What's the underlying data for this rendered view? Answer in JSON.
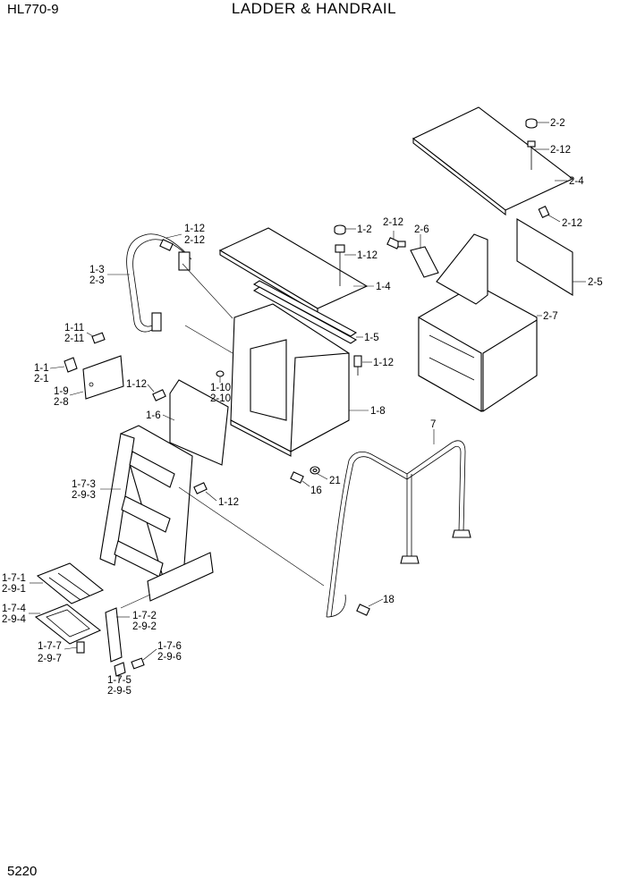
{
  "header": {
    "model": "HL770-9",
    "title": "LADDER & HANDRAIL"
  },
  "footer": {
    "page_number": "5220"
  },
  "callouts": {
    "p_2_2": "2-2",
    "p_2_12_top": "2-12",
    "p_2_4": "2-4",
    "p_2_12_right": "2-12",
    "p_2_12_left": "2-12",
    "p_2_6": "2-6",
    "p_2_5": "2-5",
    "p_2_7": "2-7",
    "p_1_12_a": "1-12",
    "p_2_12_b": "2-12",
    "p_1_2": "1-2",
    "p_1_12_b": "1-12",
    "p_1_3": "1-3",
    "p_2_3": "2-3",
    "p_1_4": "1-4",
    "p_1_5": "1-5",
    "p_1_11": "1-11",
    "p_2_11": "2-11",
    "p_1_12_c": "1-12",
    "p_1_1": "1-1",
    "p_2_1": "2-1",
    "p_1_9": "1-9",
    "p_2_8": "2-8",
    "p_1_12_d": "1-12",
    "p_1_10": "1-10",
    "p_2_10": "2-10",
    "p_1_8": "1-8",
    "p_1_6": "1-6",
    "p_7": "7",
    "p_21": "21",
    "p_16": "16",
    "p_1_7_3": "1-7-3",
    "p_2_9_3": "2-9-3",
    "p_1_12_e": "1-12",
    "p_1_7_1": "1-7-1",
    "p_2_9_1": "2-9-1",
    "p_1_7_4": "1-7-4",
    "p_2_9_4": "2-9-4",
    "p_1_7_2": "1-7-2",
    "p_2_9_2": "2-9-2",
    "p_18": "18",
    "p_1_7_7": "1-7-7",
    "p_2_9_7": "2-9-7",
    "p_1_7_6": "1-7-6",
    "p_2_9_6": "2-9-6",
    "p_1_7_5": "1-7-5",
    "p_2_9_5": "2-9-5"
  }
}
